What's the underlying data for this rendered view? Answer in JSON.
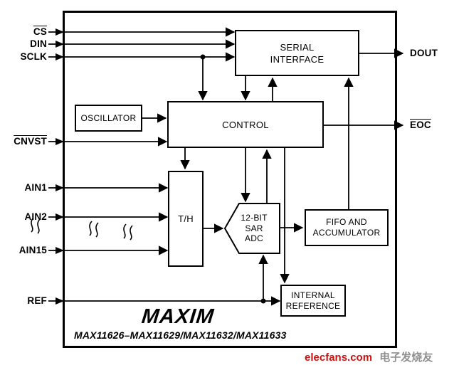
{
  "colors": {
    "line": "#000000",
    "background": "#ffffff",
    "watermark_red": "#cc1111",
    "watermark_gray": "#8f8f8f"
  },
  "chip": {
    "logo": "MAXIM",
    "part_numbers": "MAX11626–MAX11629/MAX11632/MAX11633"
  },
  "blocks": {
    "serial_interface": {
      "line1": "SERIAL",
      "line2": "INTERFACE"
    },
    "oscillator": {
      "label": "OSCILLATOR"
    },
    "control": {
      "label": "CONTROL"
    },
    "track_hold": {
      "label": "T/H"
    },
    "adc": {
      "line1": "12-BIT",
      "line2": "SAR",
      "line3": "ADC"
    },
    "fifo": {
      "line1": "FIFO AND",
      "line2": "ACCUMULATOR"
    },
    "internal_reference": {
      "line1": "INTERNAL",
      "line2": "REFERENCE"
    }
  },
  "pins": {
    "cs": "CS",
    "din": "DIN",
    "sclk": "SCLK",
    "cnvst": "CNVST",
    "ain1": "AIN1",
    "ain2": "AIN2",
    "ain15": "AIN15",
    "ref": "REF",
    "dout": "DOUT",
    "eoc": "EOC"
  },
  "watermark": {
    "site": "elecfans.com",
    "tagline": "电子发烧友"
  }
}
